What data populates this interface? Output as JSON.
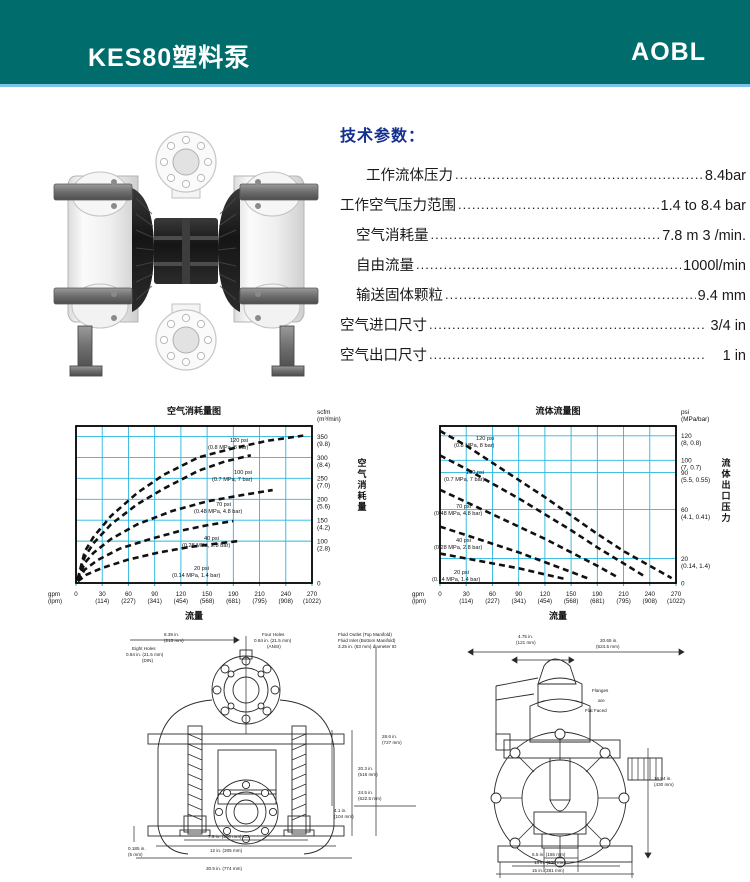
{
  "header": {
    "title": "KES80塑料泵",
    "brand": "AOBL",
    "bg_color": "#006c6c",
    "rule_color": "#7cc3e8"
  },
  "product_photo": {
    "alt": "KES80 plastic air-operated double diaphragm pump",
    "icon": "pump-photo"
  },
  "specs": {
    "title": "技术参数：",
    "title_color": "#132f8f",
    "rows": [
      {
        "label": "工作流体压力",
        "value": "8.4bar",
        "indent": 1
      },
      {
        "label": "工作空气压力范围",
        "value": "1.4 to 8.4 bar",
        "indent": 0
      },
      {
        "label": "空气消耗量",
        "value": "7.8 m 3 /min.",
        "indent": 2
      },
      {
        "label": "自由流量",
        "value": "1000l/min",
        "indent": 2
      },
      {
        "label": "输送固体颗粒",
        "value": "9.4 mm",
        "indent": 2
      },
      {
        "label": "空气进口尺寸",
        "value": "3/4 in",
        "indent": 0
      },
      {
        "label": "空气出口尺寸",
        "value": "1 in",
        "indent": 0
      }
    ]
  },
  "chart_data": [
    {
      "id": "air-consumption",
      "type": "line",
      "title": "空气消耗量图",
      "xlabel": "流量",
      "ylabel": "空气消耗量",
      "x_unit_label": "gpm",
      "x_unit_sub": "(lpm)",
      "y_unit_label": "scfm",
      "y_unit_sub": "(m³/min)",
      "grid": true,
      "grid_color": "#29b6e0",
      "x_ticks": [
        "0",
        "30",
        "60",
        "90",
        "120",
        "150",
        "190",
        "210",
        "240",
        "270"
      ],
      "x_ticks_sub": [
        "",
        "(114)",
        "(227)",
        "(341)",
        "(454)",
        "(568)",
        "(681)",
        "(795)",
        "(908)",
        "(1022)"
      ],
      "xlim": [
        0,
        270
      ],
      "y_ticks": [
        "350",
        "300",
        "250",
        "200",
        "150",
        "100",
        "0"
      ],
      "y_ticks_sub": [
        "(9.8)",
        "(8.4)",
        "(7.0)",
        "(5.6)",
        "(4.2)",
        "(2.8)",
        ""
      ],
      "y_tick_values": [
        350,
        300,
        250,
        200,
        150,
        100,
        0
      ],
      "ylim": [
        0,
        375
      ],
      "series": [
        {
          "name": "120 psi",
          "label_line1": "120 psi",
          "label_line2": "(0.8 MPa, 8 bar)",
          "x": [
            2,
            10,
            20,
            40,
            70,
            100,
            140,
            180,
            220,
            260
          ],
          "y": [
            10,
            75,
            110,
            160,
            215,
            258,
            300,
            322,
            340,
            352
          ]
        },
        {
          "name": "100 psi",
          "label_line1": "100 psi",
          "label_line2": "(0.7 MPa, 7 bar)",
          "x": [
            2,
            10,
            20,
            40,
            70,
            100,
            140,
            170,
            200
          ],
          "y": [
            8,
            62,
            95,
            140,
            188,
            225,
            268,
            290,
            305
          ]
        },
        {
          "name": "70 psi",
          "label_line1": "70 psi",
          "label_line2": "(0.48 MPa, 4.8 bar)",
          "x": [
            2,
            10,
            20,
            40,
            70,
            110,
            150,
            190,
            225
          ],
          "y": [
            6,
            48,
            72,
            105,
            140,
            172,
            195,
            210,
            222
          ]
        },
        {
          "name": "40 psi",
          "label_line1": "40 psi",
          "label_line2": "(0.28 MPa, 2.8 bar)",
          "x": [
            2,
            10,
            25,
            50,
            85,
            120,
            150,
            180
          ],
          "y": [
            5,
            32,
            55,
            82,
            105,
            125,
            138,
            148
          ]
        },
        {
          "name": "20 psi",
          "label_line1": "20 psi",
          "label_line2": "(0.14 MPa, 1.4 bar)",
          "x": [
            2,
            12,
            30,
            60,
            95,
            130,
            165,
            185
          ],
          "y": [
            4,
            20,
            36,
            56,
            73,
            86,
            95,
            100
          ]
        }
      ]
    },
    {
      "id": "fluid-flow",
      "type": "line",
      "title": "流体流量图",
      "xlabel": "流量",
      "ylabel": "流体出口压力",
      "x_unit_label": "gpm",
      "x_unit_sub": "(lpm)",
      "y_unit_label": "psi",
      "y_unit_sub": "(MPa/bar)",
      "grid": true,
      "grid_color": "#29b6e0",
      "x_ticks": [
        "0",
        "30",
        "60",
        "90",
        "120",
        "150",
        "190",
        "210",
        "240",
        "270"
      ],
      "x_ticks_sub": [
        "",
        "(114)",
        "(227)",
        "(341)",
        "(454)",
        "(568)",
        "(681)",
        "(795)",
        "(908)",
        "(1022)"
      ],
      "xlim": [
        0,
        270
      ],
      "y_ticks": [
        "120",
        "100",
        "90",
        "60",
        "20",
        "0"
      ],
      "y_ticks_sub": [
        "(8, 0.8)",
        "(7, 0.7)",
        "(5.5, 0.55)",
        "(4.1, 0.41)",
        "(0.14, 1.4)",
        ""
      ],
      "y_tick_values": [
        120,
        100,
        90,
        60,
        20,
        0
      ],
      "ylim": [
        0,
        128
      ],
      "series": [
        {
          "name": "120 psi",
          "label_line1": "120 psi",
          "label_line2": "(0.8 MPa, 8 bar)",
          "x": [
            0,
            30,
            60,
            90,
            120,
            150,
            180,
            210,
            240,
            265
          ],
          "y": [
            124,
            112,
            98,
            84,
            70,
            55,
            40,
            26,
            14,
            4
          ]
        },
        {
          "name": "100 psi",
          "label_line1": "100 psi",
          "label_line2": "(0.7 MPa, 7 bar)",
          "x": [
            0,
            30,
            60,
            90,
            120,
            150,
            180,
            210,
            235
          ],
          "y": [
            104,
            93,
            81,
            69,
            56,
            43,
            29,
            16,
            5
          ]
        },
        {
          "name": "70 psi",
          "label_line1": "70 psi",
          "label_line2": "(0.48 MPa, 4.8 bar)",
          "x": [
            0,
            30,
            60,
            90,
            120,
            150,
            180,
            205
          ],
          "y": [
            76,
            66,
            56,
            46,
            36,
            25,
            14,
            4
          ]
        },
        {
          "name": "40 psi",
          "label_line1": "40 psi",
          "label_line2": "(0.28 MPa, 2.8 bar)",
          "x": [
            0,
            30,
            60,
            90,
            120,
            150,
            172
          ],
          "y": [
            46,
            39,
            32,
            25,
            17,
            9,
            3
          ]
        },
        {
          "name": "20 psi",
          "label_line1": "20 psi",
          "label_line2": "(0.14 MPa, 1.4 bar)",
          "x": [
            0,
            30,
            60,
            90,
            120,
            145
          ],
          "y": [
            24,
            20,
            16,
            12,
            7,
            3
          ]
        }
      ]
    }
  ],
  "drawings": {
    "left": {
      "id": "front-view-dimensions",
      "annotations": [
        {
          "key": "width_top",
          "text": "8.39 in.\n(213 mm)"
        },
        {
          "key": "four_holes",
          "text": "Four Holes\n0.84 in. (21.5 mm)\n(ANSI)"
        },
        {
          "key": "eight_holes",
          "text": "Eight Holes\n0.84 in. (21.5 mm)\n(DIN)"
        },
        {
          "key": "fluid_ports",
          "text": "Fluid Outlet (Top Manifold)\nFluid Inlet (Bottom Manifold)\n3.25 in. (83 mm) diameter ID"
        },
        {
          "key": "height_total",
          "text": "28.6 in.\n(727 mm)"
        },
        {
          "key": "height_mid",
          "text": "20.3 in.\n(516 mm)"
        },
        {
          "key": "height_low",
          "text": "24.5 in.\n(622.5 mm)"
        },
        {
          "key": "height_base",
          "text": "4.1 in.\n(104 mm)"
        },
        {
          "key": "foot_thk",
          "text": "0.185 in.\n(5 mm)"
        },
        {
          "key": "flange_od",
          "text": "7.9 in. (200 mm) OD"
        },
        {
          "key": "width_mid",
          "text": "12 in. (305 mm)"
        },
        {
          "key": "width_total",
          "text": "30.5 in. (774 mm)"
        }
      ]
    },
    "right": {
      "id": "side-view-dimensions",
      "annotations": [
        {
          "key": "depth_top",
          "text": "4.75 in.\n(121 mm)"
        },
        {
          "key": "depth_total",
          "text": "20.65 in.\n(524.5 mm)"
        },
        {
          "key": "flange_note",
          "text": "Flanges\nare\nFlat Faced"
        },
        {
          "key": "height_right",
          "text": "16.94 in.\n(430 mm)"
        },
        {
          "key": "base_inner",
          "text": "6.5 in. (165 mm)"
        },
        {
          "key": "base_mid",
          "text": "13 in. (330 mm)"
        },
        {
          "key": "base_outer",
          "text": "15 in. (381 mm)"
        }
      ]
    }
  }
}
